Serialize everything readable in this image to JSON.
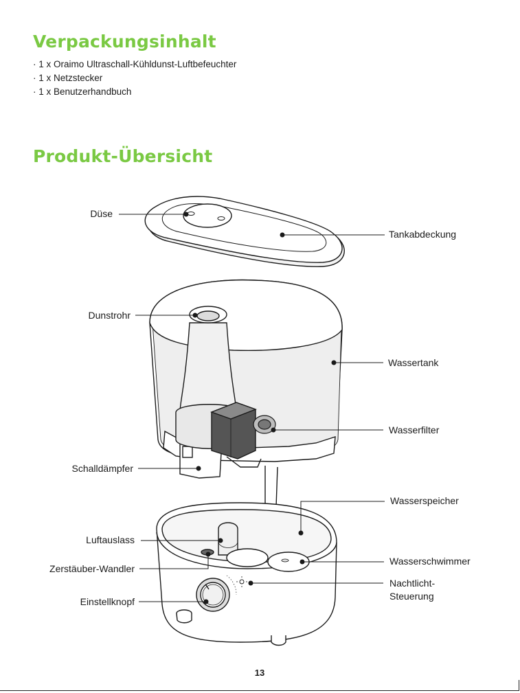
{
  "section_contents": {
    "title": "Verpackungsinhalt",
    "items": [
      "1 x Oraimo Ultraschall-Kühldunst-Luftbefeuchter",
      "1 x Netzstecker",
      "1 x Benutzerhandbuch"
    ]
  },
  "section_overview": {
    "title": "Produkt-Übersicht",
    "labels": {
      "duese": "Düse",
      "tankabdeckung": "Tankabdeckung",
      "dunstrohr": "Dunstrohr",
      "wassertank": "Wassertank",
      "wasserfilter": "Wasserfilter",
      "schalldaempfer": "Schalldämpfer",
      "wasserspeicher": "Wasserspeicher",
      "luftauslass": "Luftauslass",
      "wasserschwimmer": "Wasserschwimmer",
      "zerstaeuber": "Zerstäuber-Wandler",
      "nachtlicht_line1": "Nachtlicht-",
      "nachtlicht_line2": "Steuerung",
      "einstellknopf": "Einstellknopf"
    }
  },
  "page_number": "13",
  "colors": {
    "heading": "#7ac943",
    "text": "#1a1a1a",
    "line": "#1a1a1a"
  }
}
